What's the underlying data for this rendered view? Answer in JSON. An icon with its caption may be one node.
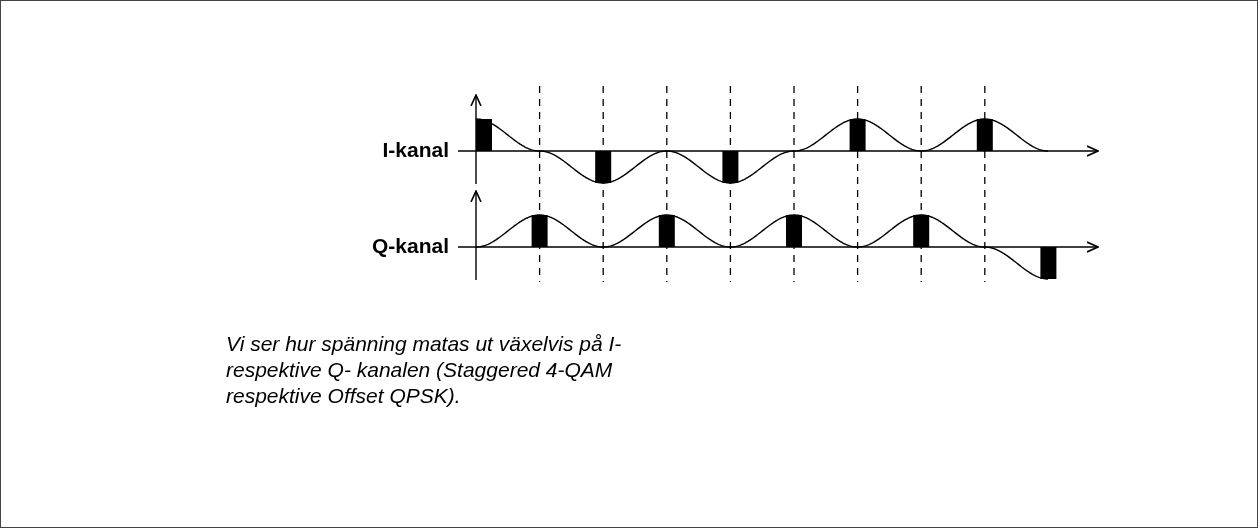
{
  "diagram": {
    "caption": "Vi ser hur spänning matas ut växelvis på I- respektive Q- kanalen (Staggered 4-QAM respektive Offset QPSK).",
    "labels": [
      "I-kanal",
      "Q-kanal"
    ]
  }
}
